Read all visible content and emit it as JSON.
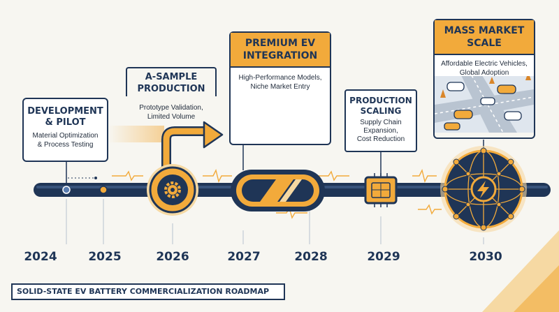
{
  "title": "SOLID-STATE EV BATTERY COMMERCIALIZATION ROADMAP",
  "years": [
    "2024",
    "2025",
    "2026",
    "2027",
    "2028",
    "2029",
    "2030"
  ],
  "milestones": [
    {
      "title_lines": [
        "DEVELOPMENT",
        "& PILOT"
      ],
      "desc_lines": [
        "Material Optimization",
        "& Process Testing"
      ]
    },
    {
      "title_lines": [
        "A-SAMPLE",
        "PRODUCTION"
      ],
      "desc_lines": [
        "Prototype Validation,",
        "Limited Volume"
      ]
    },
    {
      "title_lines": [
        "PREMIUM EV",
        "INTEGRATION"
      ],
      "desc_lines": [
        "High-Performance Models,",
        "Niche Market Entry"
      ]
    },
    {
      "title_lines": [
        "PRODUCTION",
        "SCALING"
      ],
      "desc_lines": [
        "Supply Chain",
        "Expansion,",
        "Cost Reduction"
      ]
    },
    {
      "title_lines": [
        "MASS MARKET",
        "SCALE"
      ],
      "desc_lines": [
        "Affordable Electric Vehicles,",
        "Global Adoption"
      ]
    }
  ],
  "colors": {
    "navy": "#1f3556",
    "amber": "#f2aa3b",
    "background": "#f7f6f1"
  }
}
